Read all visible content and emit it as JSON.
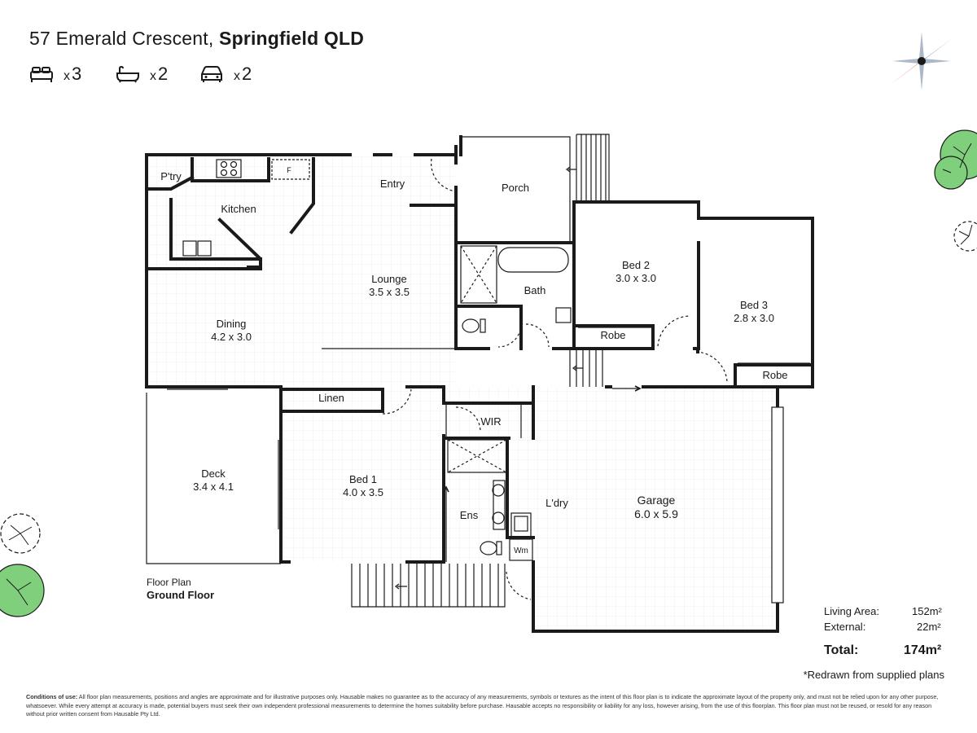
{
  "header": {
    "address_street": "57 Emerald Crescent,",
    "address_suburb": "Springfield QLD"
  },
  "features": [
    {
      "icon": "bed-icon",
      "count": "3"
    },
    {
      "icon": "bath-icon",
      "count": "2"
    },
    {
      "icon": "car-icon",
      "count": "2"
    }
  ],
  "feature_prefix": "x",
  "rooms": {
    "ptry": "P'try",
    "kitchen": "Kitchen",
    "entry": "Entry",
    "porch": "Porch",
    "lounge_name": "Lounge",
    "lounge_dim": "3.5 x 3.5",
    "dining_name": "Dining",
    "dining_dim": "4.2 x 3.0",
    "bath": "Bath",
    "bed2_name": "Bed 2",
    "bed2_dim": "3.0 x 3.0",
    "robe2": "Robe",
    "bed3_name": "Bed 3",
    "bed3_dim": "2.8 x 3.0",
    "robe3": "Robe",
    "linen": "Linen",
    "wir": "WIR",
    "deck_name": "Deck",
    "deck_dim": "3.4 x 4.1",
    "bed1_name": "Bed 1",
    "bed1_dim": "4.0 x 3.5",
    "ens": "Ens",
    "ldry": "L'dry",
    "garage_name": "Garage",
    "garage_dim": "6.0 x 5.9",
    "fridge": "F",
    "wm": "Wm"
  },
  "floor_caption": {
    "line1": "Floor Plan",
    "line2": "Ground Floor"
  },
  "areas": {
    "living_label": "Living Area:",
    "living_value": "152m²",
    "external_label": "External:",
    "external_value": "22m²",
    "total_label": "Total:",
    "total_value": "174m²"
  },
  "note": "*Redrawn from supplied plans",
  "conditions": {
    "label": "Conditions of use:",
    "text": "All floor plan measurements, positions and angles are approximate and for illustrative purposes only. Hausable makes no guarantee as to the accuracy of any measurements, symbols or textures as the intent of this floor plan is to indicate the approximate layout of the property only, and must not be relied upon for any other purpose, whatsoever. While every attempt at accuracy is made, potential buyers must seek their own independent professional measurements to determine the homes suitability before purchase. Hausable accepts no responsibility or liability for any loss, however arising, from the use of this floorplan. This floor plan must not be reused, or resold for any reason without prior written consent from Hausable Pty Ltd."
  },
  "colors": {
    "wall": "#1a1a1a",
    "tree_fill": "#7fcf7c",
    "compass_red": "#e03a2f",
    "compass_blue": "#2d6fb0"
  }
}
